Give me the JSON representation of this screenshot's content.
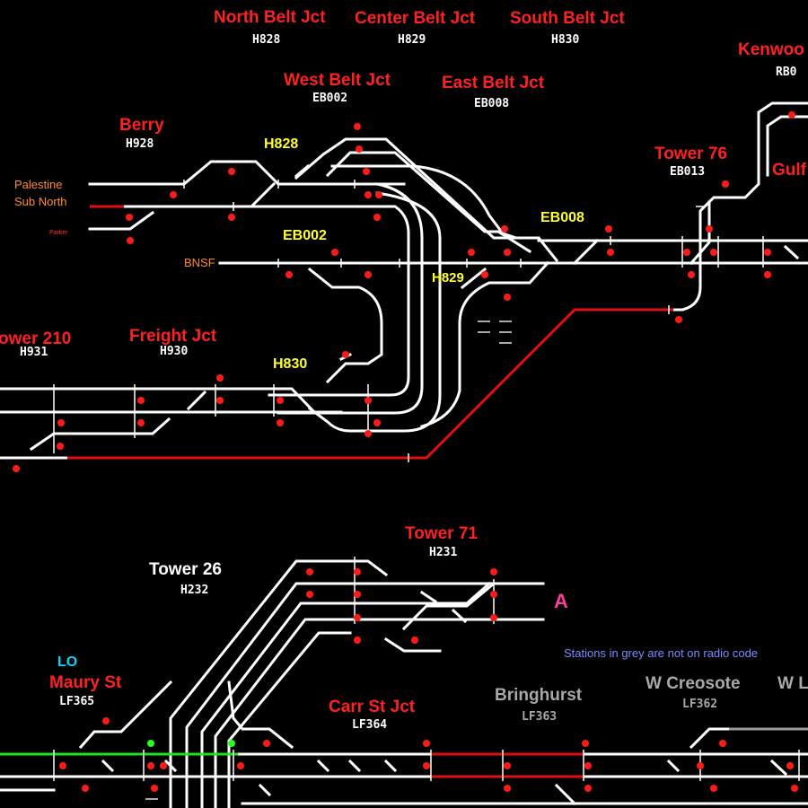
{
  "panel": {
    "labels": {
      "north_belt": "North Belt Jct",
      "north_belt_code": "H828",
      "center_belt": "Center Belt Jct",
      "center_belt_code": "H829",
      "south_belt": "South Belt Jct",
      "south_belt_code": "H830",
      "kenwood": "Kenwoo",
      "kenwood_code": "RB0",
      "west_belt": "West Belt Jct",
      "west_belt_code": "EB002",
      "east_belt": "East Belt Jct",
      "east_belt_code": "EB008",
      "berry": "Berry",
      "berry_code": "H928",
      "tower76": "Tower 76",
      "tower76_code": "EB013",
      "gulf": "Gulf",
      "palestine": "Palestine",
      "sub_north": "Sub North",
      "tiny_text": "Parker",
      "bnsf": "BNSF",
      "yl_h828": "H828",
      "yl_eb008": "EB008",
      "yl_eb002": "EB002",
      "yl_h829": "H829",
      "yl_h830": "H830",
      "tower210": "ower 210",
      "tower210_code": "H931",
      "freight": "Freight Jct",
      "freight_code": "H930",
      "tower71": "Tower 71",
      "tower71_code": "H231",
      "tower26": "Tower 26",
      "tower26_code": "H232",
      "marker_a": "A",
      "grey_note": "Stations in grey are not on radio code",
      "lo": "LO",
      "maury": "Maury St",
      "maury_code": "LF365",
      "carr": "Carr St Jct",
      "carr_code": "LF364",
      "bringhurst": "Bringhurst",
      "bringhurst_code": "LF363",
      "creosote": "W Creosote",
      "creosote_code": "LF362",
      "wl": "W L"
    },
    "colors": {
      "background": "#000000",
      "track": "#ffffff",
      "occupied_track": "#e01010",
      "clear_route": "#20e020",
      "station_name": "#ff2020",
      "crossover_label": "#ffff30",
      "sub_label": "#ff8c20",
      "non_radio_station": "#a8a8a8",
      "signal_red": "#ff1a1a",
      "signal_green": "#20ff20"
    }
  }
}
